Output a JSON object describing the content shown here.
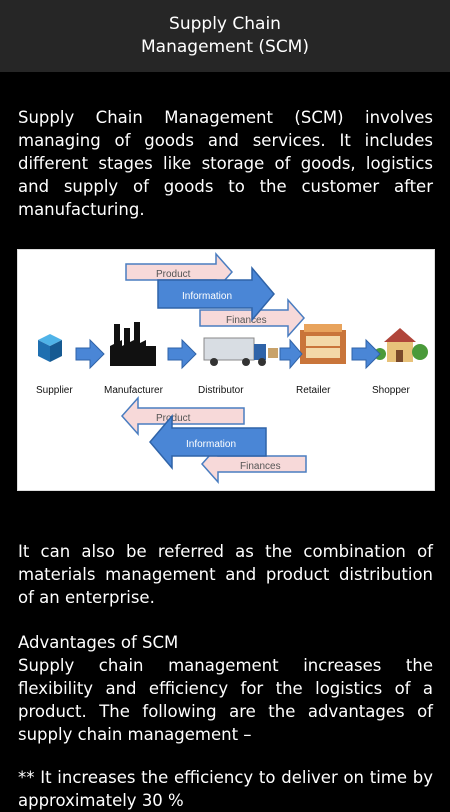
{
  "header": {
    "title_line1": "Supply Chain",
    "title_line2": "Management (SCM)"
  },
  "intro": "Supply Chain Management (SCM) involves managing of goods and services. It includes different stages like storage of goods, logistics and supply of goods to the customer after manufacturing.",
  "diagram": {
    "top_arrows": [
      "Product",
      "Information",
      "Finances"
    ],
    "stages": [
      "Supplier",
      "Manufacturer",
      "Distributor",
      "Retailer",
      "Shopper"
    ],
    "bottom_arrows": [
      "Product",
      "Information",
      "Finances"
    ]
  },
  "para2": "It can also be referred as the combination of materials management and product distribution of an enterprise.",
  "advantages_heading": "Advantages of SCM",
  "para3": "Supply chain management increases the flexibility and efficiency for the logistics of a product. The following are the advantages of supply chain management –",
  "bullet1": "** It increases the efficiency to deliver on time by approximately 30 %"
}
